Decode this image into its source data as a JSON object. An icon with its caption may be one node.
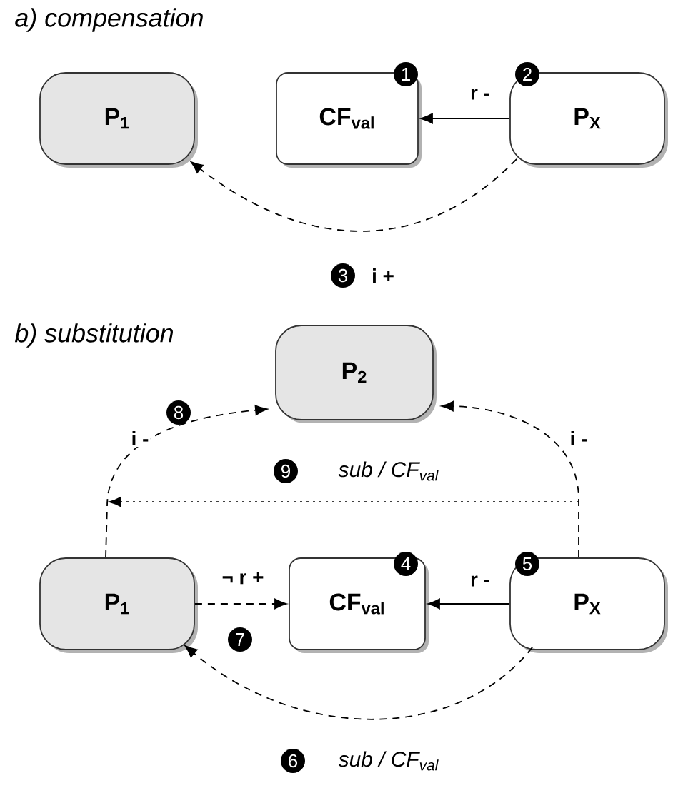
{
  "diagram": {
    "nodes": [
      {
        "text": [
          "P$_{1}$"
        ]
      },
      {
        "text": [
          "CF$_{val}$"
        ]
      },
      {
        "text": [
          "P$_{X}$"
        ]
      },
      {
        "text": [
          "P$_{2}$"
        ]
      },
      {
        "text": [
          "P$_{1}$"
        ]
      },
      {
        "text": [
          "CF$_{val}$"
        ]
      },
      {
        "text": [
          "P$_{X}$"
        ]
      }
    ],
    "edges": [
      {
        "from": 2,
        "to": 1,
        "arrow": "to",
        "label": "r -"
      },
      {
        "from": 2,
        "to": 0,
        "arrow": "to",
        "label": "i +",
        "style": "dashed"
      },
      {
        "from": 6,
        "to": 5,
        "arrow": "to",
        "label": "r -"
      },
      {
        "from": 6,
        "to": 4,
        "arrow": "to",
        "label": "sub / CF$_{val}$",
        "style": "dashed"
      },
      {
        "from": 4,
        "to": 5,
        "arrow": "to",
        "label": "¬ r +",
        "style": "dashed"
      },
      {
        "from": 4,
        "to": 3,
        "arrow": "to",
        "label": "i -",
        "style": "dashed"
      },
      {
        "from": 6,
        "to": 3,
        "arrow": "to",
        "label": "i -",
        "style": "dashed"
      },
      {
        "from": 6,
        "to": 4,
        "arrow": "to",
        "label": "sub / CF$_{val}$",
        "style": "dashed"
      }
    ],
    "labels": [
      "a) compensation",
      "1",
      "2",
      "3",
      "b) substitution",
      "8",
      "9",
      "4",
      "5",
      "7",
      "6"
    ]
  }
}
